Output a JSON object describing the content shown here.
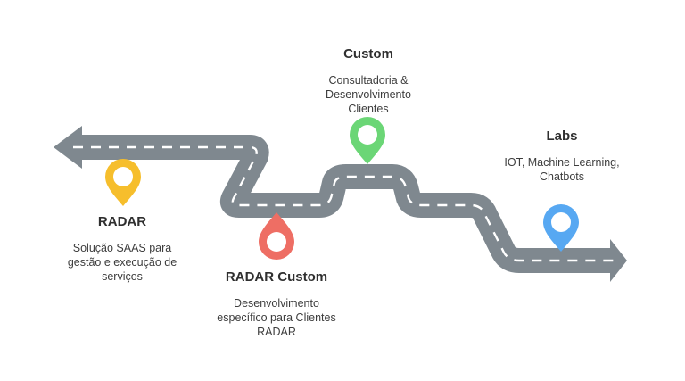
{
  "colors": {
    "road": "#7f888f",
    "road_dash": "#ffffff",
    "pin_radar": "#f6be2c",
    "pin_radar_custom": "#ee6e64",
    "pin_custom": "#6bd676",
    "pin_labs": "#57a8f2"
  },
  "milestones": [
    {
      "id": "radar",
      "title": "RADAR",
      "description": "Solução SAAS para\ngestão e execução de\nserviços"
    },
    {
      "id": "radar-custom",
      "title": "RADAR Custom",
      "description": "Desenvolvimento\nespecífico para Clientes\nRADAR"
    },
    {
      "id": "custom",
      "title": "Custom",
      "description": "Consultadoria &\nDesenvolvimento\nClientes"
    },
    {
      "id": "labs",
      "title": "Labs",
      "description": "IOT, Machine Learning,\nChatbots"
    }
  ]
}
